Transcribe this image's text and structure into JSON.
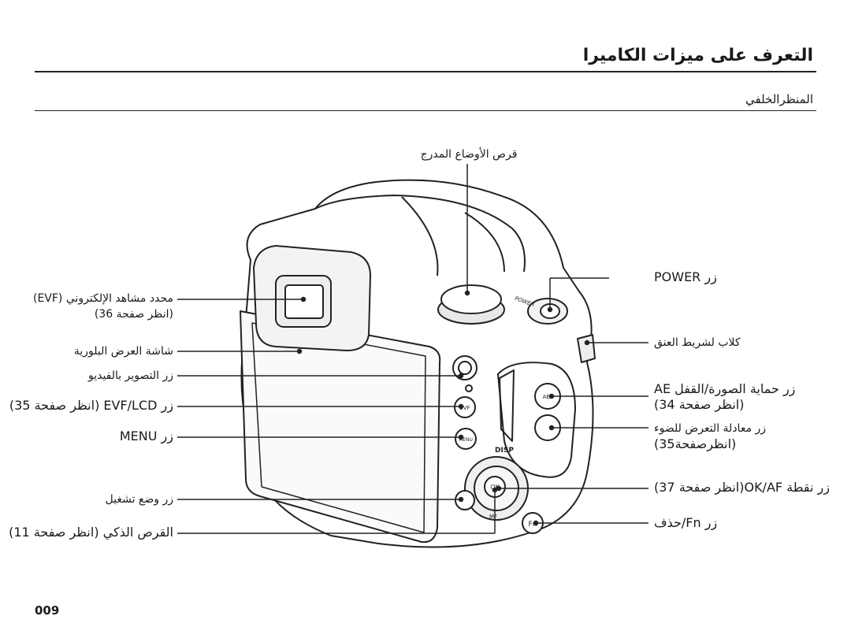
{
  "header": {
    "title": "التعرف على ميزات الكاميرا",
    "subtitle": "المنظرالخلفي"
  },
  "labels": {
    "mode_dial": "قرص الأوضاع المدرج",
    "evf_l1": "محدد مشاهد الإلكتروني (EVF)",
    "evf_l2": "(انظر صفحة 36)",
    "screen": "شاشة العرض البلورية",
    "video_button": "زر التصوير بالفيديو",
    "evf_lcd": "زر EVF/LCD (انظر صفحة 35)",
    "menu": "زر MENU",
    "playback": "زر وضع تشغيل",
    "smart_dial": "القرص الذكي (انظر صفحة 11)",
    "power": "زر POWER",
    "strap": "كلاب لشريط العنق",
    "ae_l1": "زر حماية الصورة/القفل AE",
    "ae_l2": "(انظر صفحة 34)",
    "exposure_l1": "زر معادلة التعرض للضوء",
    "exposure_l2": "(انظرصفحة35)",
    "ok_af": "زر نقطة OK/AF(انظر صفحة 37)",
    "fn_delete": "زر Fn/حذف"
  },
  "camera": {
    "power_text": "POWER",
    "disp_text": "DISP",
    "ok_text": "OK",
    "ae_text": "AEL",
    "evf_text": "EVF",
    "menu_text": "MENU",
    "fn_text": "Fn",
    "mf_text": "MF"
  },
  "footer": {
    "page_number": "009"
  }
}
